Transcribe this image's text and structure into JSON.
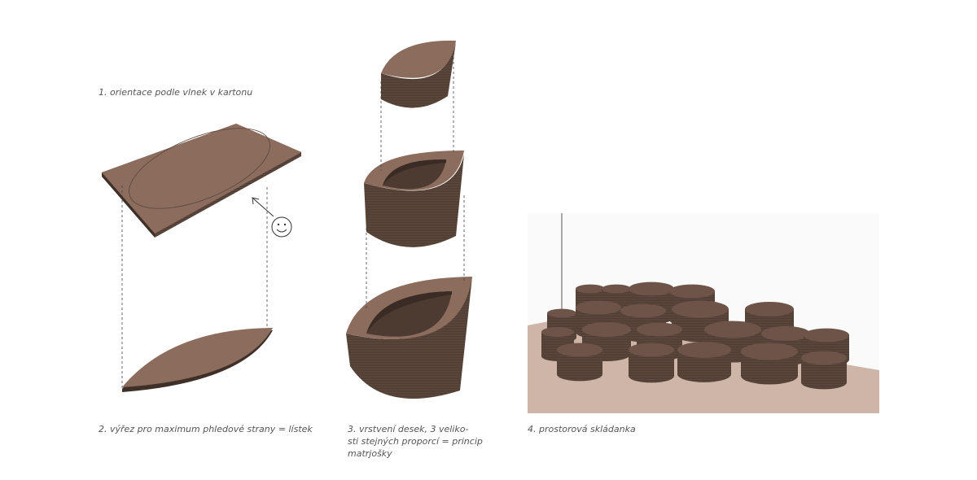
{
  "captions": {
    "step1": "1. orientace podle vlnek v kartonu",
    "step2": "2. výřez pro maximum phledové strany = lístek",
    "step3": "3. vrstvení desek, 3 veliko-sti stejných proporcí = princip matrjošky",
    "step3_lines": [
      "3. vrstvení desek, 3 veliko-",
      "sti stejných proporcí = princip",
      "matrjošky"
    ],
    "step4": "4. prostorová skládanka"
  },
  "icons": {
    "smiley": "smiley-face-icon",
    "arrow": "arrow-icon"
  },
  "colors": {
    "top": "#8c6c5c",
    "side": "#4d3b32",
    "floor": "#cdb6a8",
    "dash": "#444444"
  }
}
